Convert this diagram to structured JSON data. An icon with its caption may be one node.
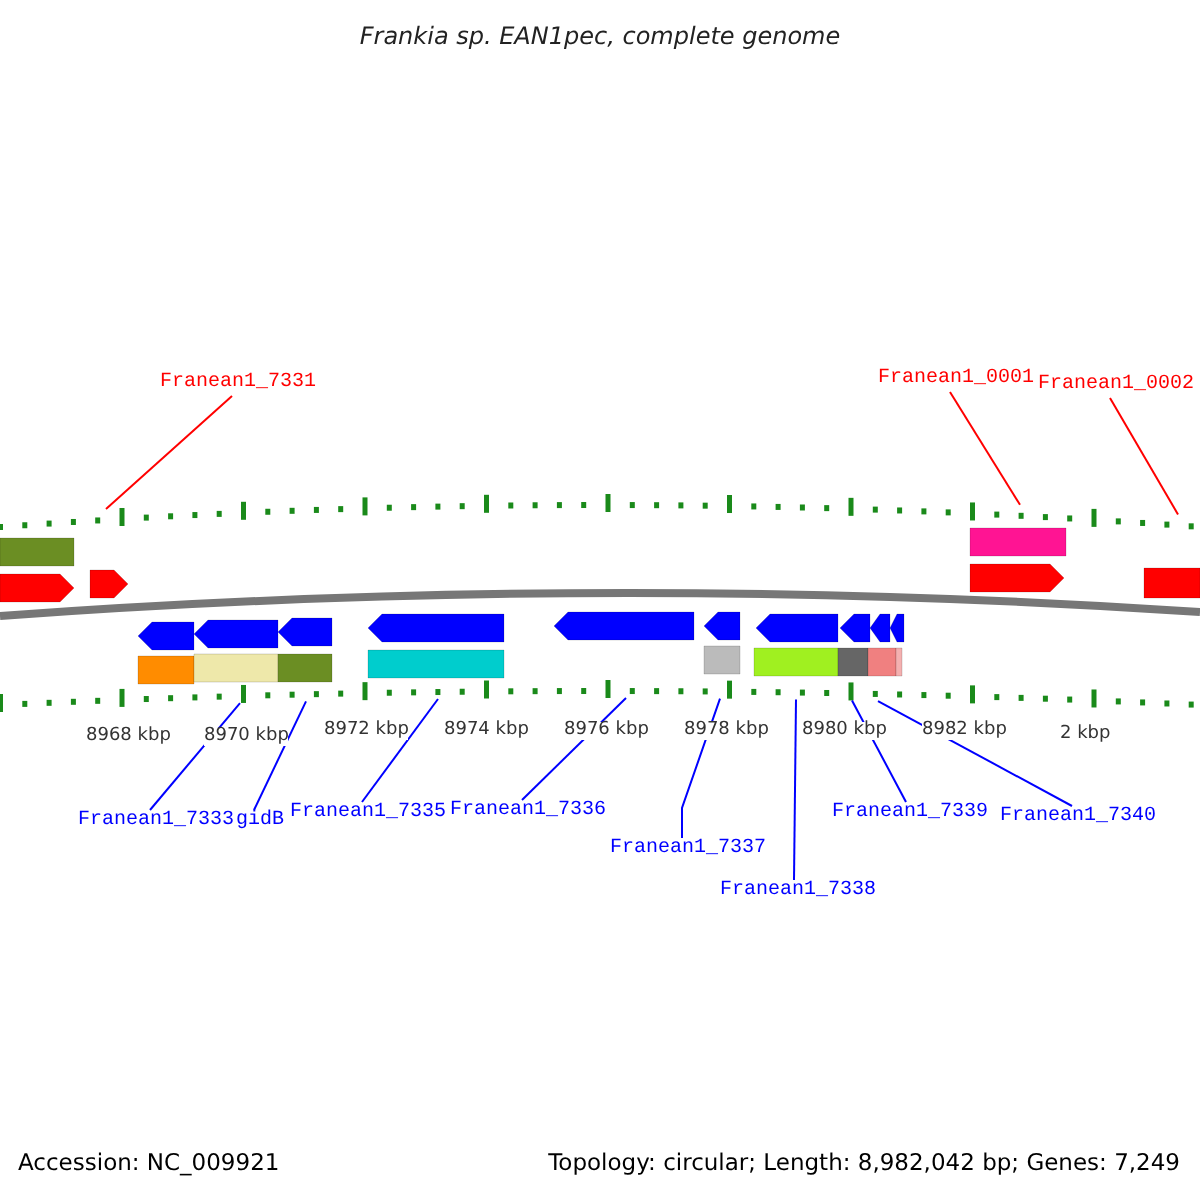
{
  "diagram": {
    "title": "Frankia sp. EAN1pec, complete genome",
    "nodes": [
      {
        "text": [
          "Franean1_7331"
        ]
      },
      {
        "text": [
          "Franean1_0001"
        ]
      },
      {
        "text": [
          "Franean1_0002"
        ]
      },
      {
        "text": [
          "Franean1_7333"
        ]
      },
      {
        "text": [
          "gidB"
        ]
      },
      {
        "text": [
          "Franean1_7335"
        ]
      },
      {
        "text": [
          "Franean1_7336"
        ]
      },
      {
        "text": [
          "Franean1_7337"
        ]
      },
      {
        "text": [
          "Franean1_7338"
        ]
      },
      {
        "text": [
          "Franean1_7339"
        ]
      },
      {
        "text": [
          "Franean1_7340"
        ]
      },
      {
        "text": [],
        "shape": "ruler"
      },
      {
        "text": [],
        "shape": "ruler"
      }
    ],
    "edges": [
      {
        "from": 0,
        "to": 11,
        "arrow": "none",
        "color": "#ff0000"
      },
      {
        "from": 1,
        "to": 11,
        "arrow": "none",
        "color": "#ff0000"
      },
      {
        "from": 2,
        "to": 11,
        "arrow": "none",
        "color": "#ff0000"
      },
      {
        "from": 3,
        "to": 12,
        "arrow": "none"
      },
      {
        "from": 4,
        "to": 12,
        "arrow": "none"
      },
      {
        "from": 5,
        "to": 12,
        "arrow": "none"
      },
      {
        "from": 6,
        "to": 12,
        "arrow": "none"
      },
      {
        "from": 7,
        "to": 12,
        "arrow": "none"
      },
      {
        "from": 8,
        "to": 12,
        "arrow": "none"
      },
      {
        "from": 9,
        "to": 12,
        "arrow": "none"
      },
      {
        "from": 10,
        "to": 12,
        "arrow": "none"
      }
    ],
    "labels": [
      "8968 kbp",
      "8970 kbp",
      "8972 kbp",
      "8974 kbp",
      "8976 kbp",
      "8978 kbp",
      "8980 kbp",
      "8982 kbp",
      "2 kbp",
      "Accession: NC_009921",
      "Topology: circular; Length: 8,982,042 bp; Genes: 7,249"
    ]
  }
}
